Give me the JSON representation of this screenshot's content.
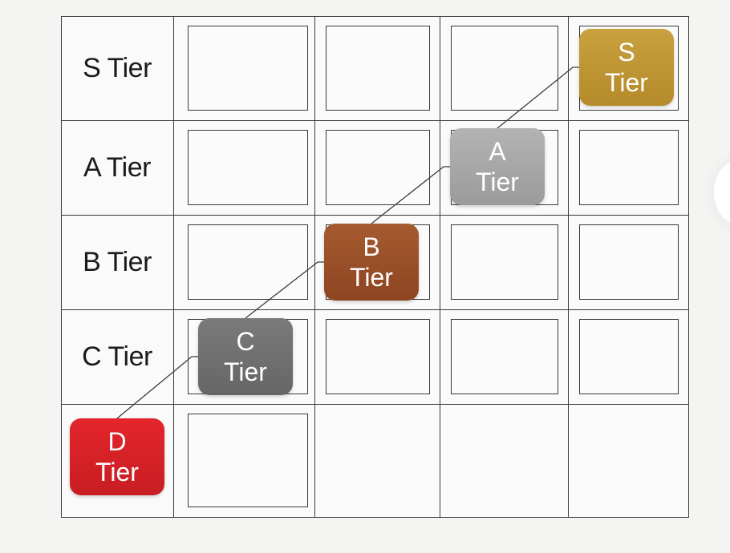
{
  "rows": [
    {
      "label": "S Tier"
    },
    {
      "label": "A Tier"
    },
    {
      "label": "B Tier"
    },
    {
      "label": "C Tier"
    },
    {
      "label": ""
    }
  ],
  "badges": [
    {
      "letter": "S",
      "word": "Tier",
      "color": "#c9a13f",
      "color2": "#b58a2a",
      "row": 0,
      "col": 4
    },
    {
      "letter": "A",
      "word": "Tier",
      "color": "#b3b3b3",
      "color2": "#9b9b9b",
      "row": 1,
      "col": 3
    },
    {
      "letter": "B",
      "word": "Tier",
      "color": "#a65a30",
      "color2": "#8d4521",
      "row": 2,
      "col": 2
    },
    {
      "letter": "C",
      "word": "Tier",
      "color": "#7a7a7a",
      "color2": "#666666",
      "row": 3,
      "col": 1
    },
    {
      "letter": "D",
      "word": "Tier",
      "color": "#e3262b",
      "color2": "#c81d22",
      "row": 4,
      "col": 0
    }
  ]
}
